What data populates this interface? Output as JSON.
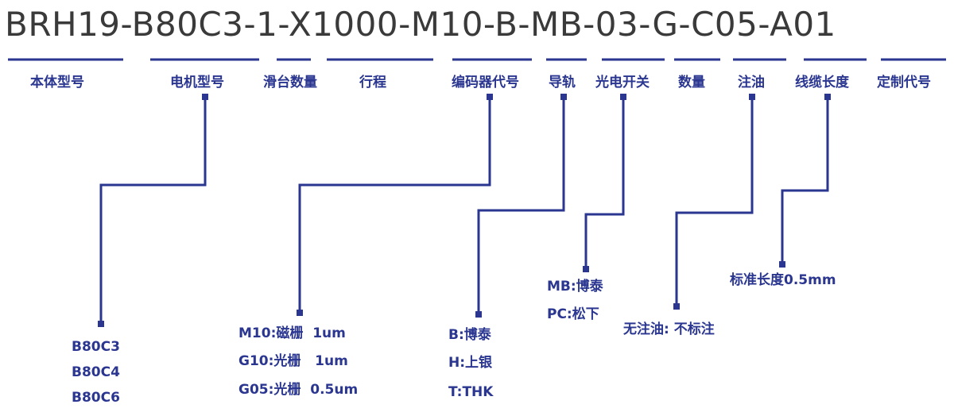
{
  "model_code": "BRH19-B80C3-1-X1000-M10-B-MB-03-G-C05-A01",
  "colors": {
    "line": "#2a3690",
    "label": "#2a3690",
    "code": "#3a3a3a"
  },
  "segments": [
    {
      "id": "body",
      "label": "本体型号"
    },
    {
      "id": "motor",
      "label": "电机型号"
    },
    {
      "id": "slides",
      "label": "滑台数量"
    },
    {
      "id": "stroke",
      "label": "行程"
    },
    {
      "id": "encoder",
      "label": "编码器代号"
    },
    {
      "id": "rail",
      "label": "导轨"
    },
    {
      "id": "switch",
      "label": "光电开关"
    },
    {
      "id": "qty",
      "label": "数量"
    },
    {
      "id": "oil",
      "label": "注油"
    },
    {
      "id": "cable",
      "label": "线缆长度"
    },
    {
      "id": "custom",
      "label": "定制代号"
    }
  ],
  "options": {
    "motor": [
      "B80C3",
      "B80C4",
      "B80C6"
    ],
    "encoder": [
      "M10:磁栅  1um",
      "G10:光栅   1um",
      "G05:光栅  0.5um"
    ],
    "rail": [
      "B:博泰",
      "H:上银",
      "T:THK"
    ],
    "switch": [
      "MB:博泰",
      "PC:松下"
    ],
    "oil": [
      "无注油: 不标注"
    ],
    "cable": [
      "标准长度0.5mm"
    ]
  }
}
